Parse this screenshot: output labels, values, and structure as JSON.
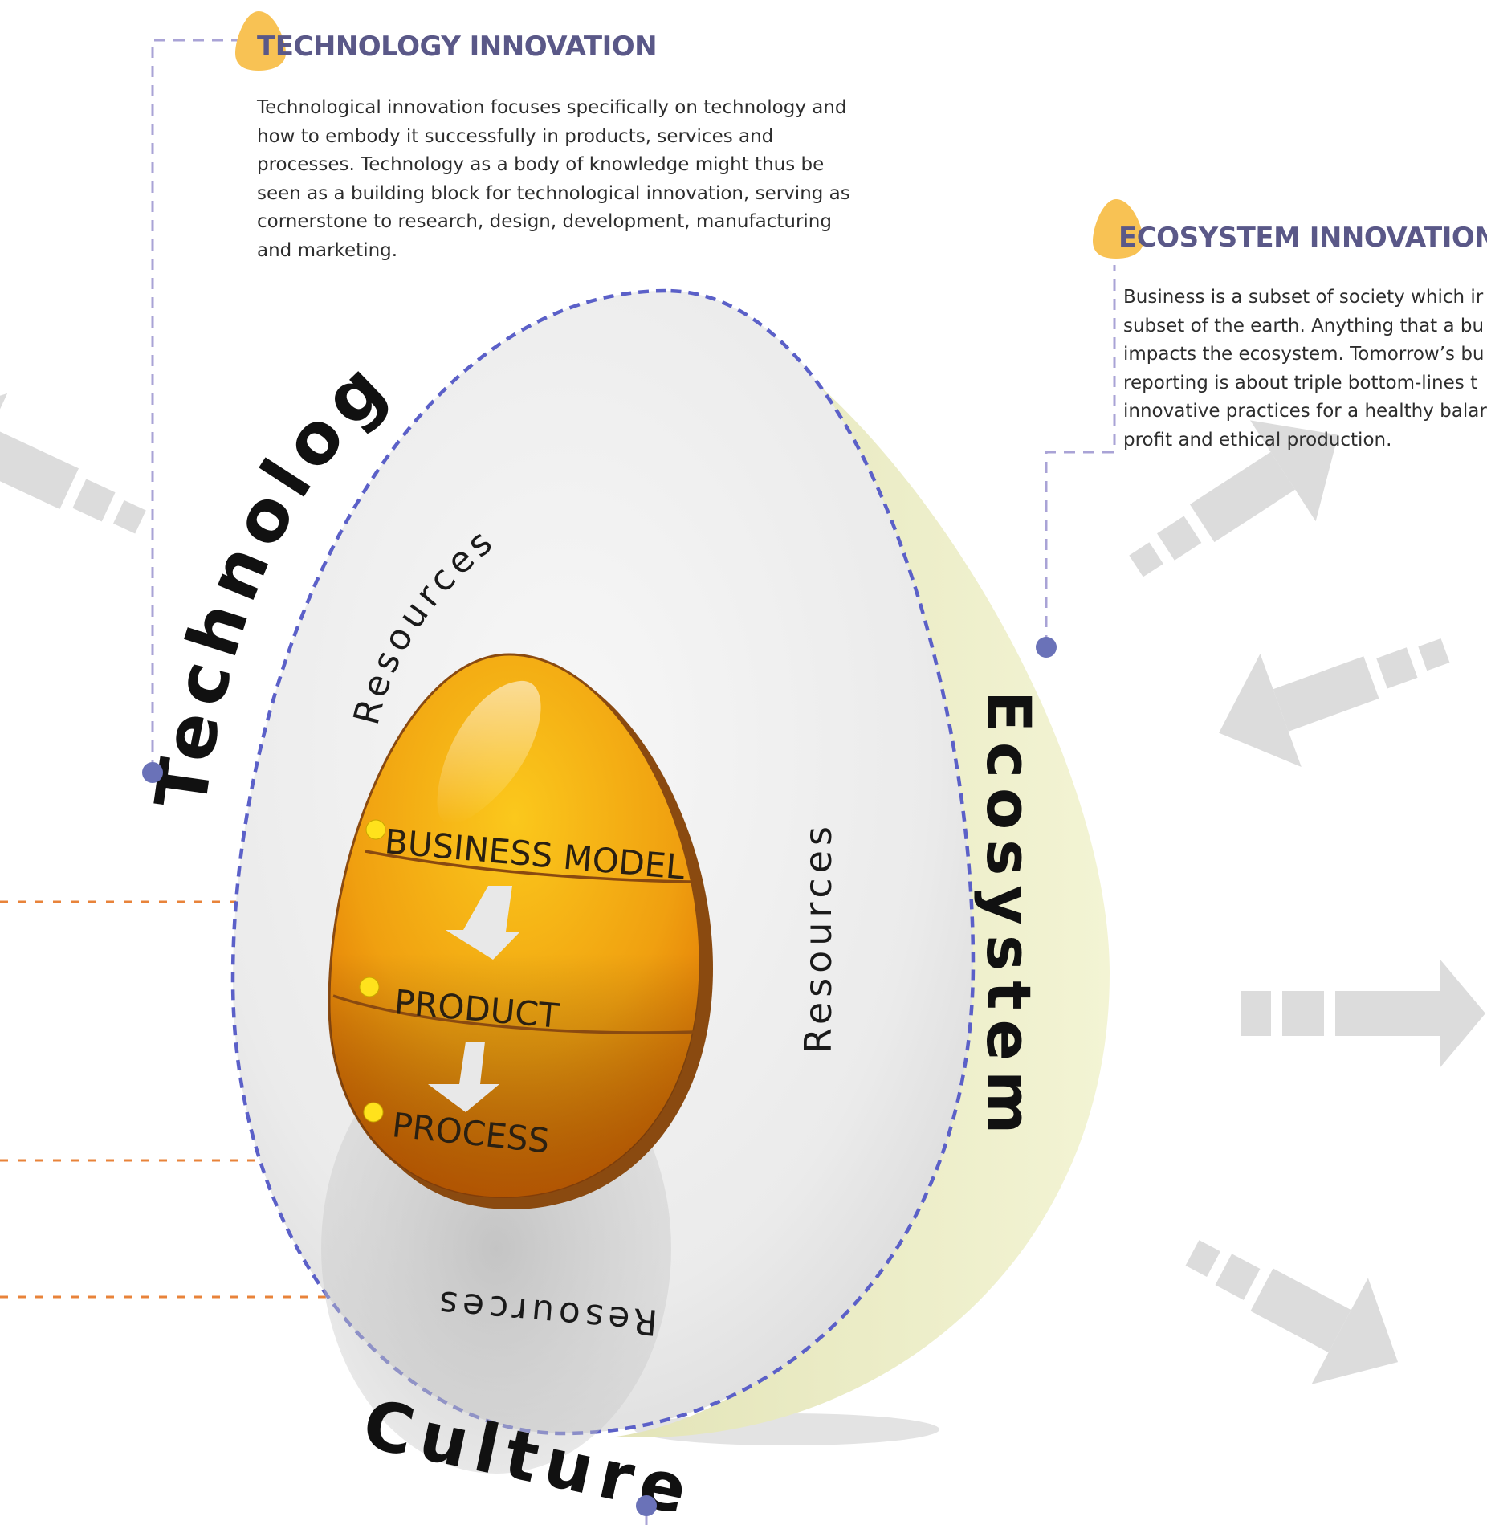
{
  "technology_innovation": {
    "title": "TECHNOLOGY INNOVATION",
    "lines": [
      "Technological innovation focuses specifically on technology and",
      "how to embody it successfully in products, services and",
      "processes. Technology as a body of knowledge might thus be",
      "seen as a building block for technological innovation, serving as",
      "cornerstone to research, design, development, manufacturing",
      "and marketing."
    ]
  },
  "ecosystem_innovation": {
    "title": "ECOSYSTEM INNOVATION",
    "lines": [
      "Business is a subset of society which ir",
      "subset of the earth. Anything that a bu",
      "impacts the ecosystem. Tomorrow’s bu",
      "reporting is about triple bottom-lines t",
      "innovative practices for a healthy balar",
      "profit and ethical production."
    ]
  },
  "diagram": {
    "outer_labels": {
      "technology": "Technology",
      "ecosystem": "Ecosystem",
      "culture": "Culture"
    },
    "resources_label": "Resources",
    "core_layers": [
      "BUSINESS MODEL",
      "PRODUCT",
      "PROCESS"
    ]
  },
  "colors": {
    "heading": "#5a5888",
    "dashed_outline": "#5b60c8",
    "connector_purple": "#a9a3d6",
    "connector_orange": "#e8833a",
    "dot": "#6a72b8",
    "egg_bullet": "#f8c254",
    "yolk_light": "#f9c21c",
    "yolk_dark": "#d96a00",
    "shell_side": "#eeefcc",
    "arrow_gray": "#dcdcdc"
  },
  "icons": [
    "egg-bullet-icon",
    "arrow-down-icon",
    "arrow-icon"
  ]
}
